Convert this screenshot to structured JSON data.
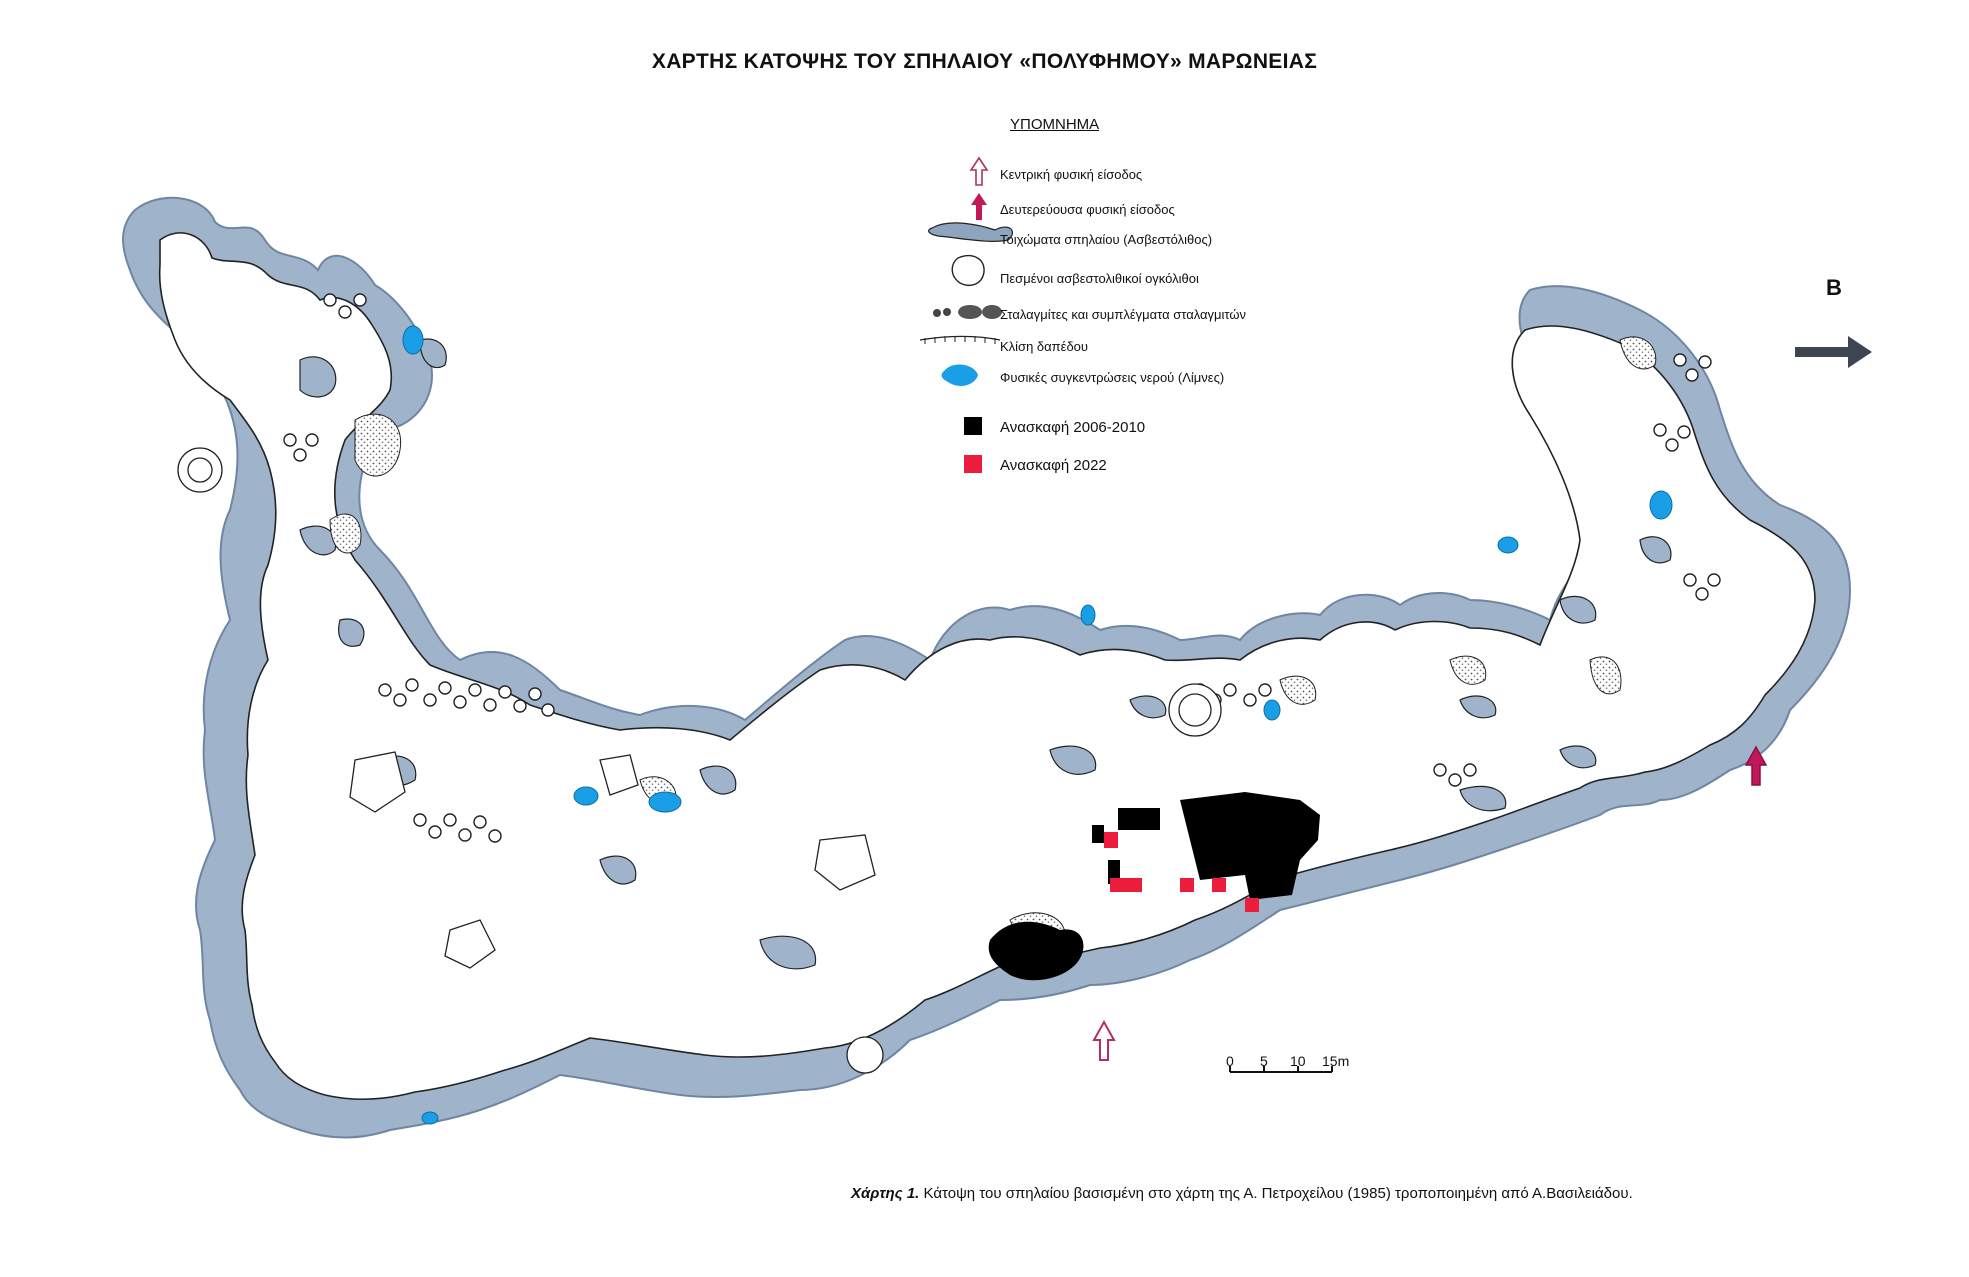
{
  "map_title": "ΧΑΡΤΗΣ ΚΑΤΟΨΗΣ ΤΟΥ ΣΠΗΛΑΙΟΥ «ΠΟΛΥΦΗΜΟΥ» ΜΑΡΩΝΕΙΑΣ",
  "legend": {
    "heading": "ΥΠΟΜΝΗΜΑ",
    "items": [
      {
        "symbol": "hollow-arrow-icon",
        "label": "Κεντρική φυσική είσοδος"
      },
      {
        "symbol": "filled-arrow-icon",
        "label": "Δευτερεύουσα φυσική είσοδος"
      },
      {
        "symbol": "cave-wall-swatch",
        "label": "Τοιχώματα σπηλαίου (Ασβεστόλιθος)"
      },
      {
        "symbol": "fallen-block-outline",
        "label": "Πεσμένοι ασβεστολιθικοί ογκόλιθοι"
      },
      {
        "symbol": "stalagmite-dots",
        "label": "Σταλαγμίτες και συμπλέγματα σταλαγμιτών"
      },
      {
        "symbol": "floor-slope-line",
        "label": "Κλίση δαπέδου"
      },
      {
        "symbol": "water-pool-shape",
        "label": "Φυσικές συγκεντρώσεις νερού (Λίμνες)"
      },
      {
        "symbol": "black-square",
        "label": "Ανασκαφή 2006-2010"
      },
      {
        "symbol": "red-square",
        "label": "Ανασκαφή 2022"
      }
    ]
  },
  "north_label": "Β",
  "scale_bar": {
    "ticks": [
      "0",
      "5",
      "10",
      "15m"
    ]
  },
  "caption": {
    "label": "Χάρτης 1.",
    "text": "Κάτοψη του σπηλαίου βασισμένη στο χάρτη της Α. Πετροχείλου (1985) τροποποιημένη από Α.Βασιλειάδου."
  },
  "colors": {
    "cave_wall": "#8fa4bd",
    "cave_wall_light": "#a9bed3",
    "water": "#1a9ee6",
    "excavation_2006_2010": "#000000",
    "excavation_2022": "#ec1c3c",
    "entrance_arrow": "#c2185b"
  }
}
